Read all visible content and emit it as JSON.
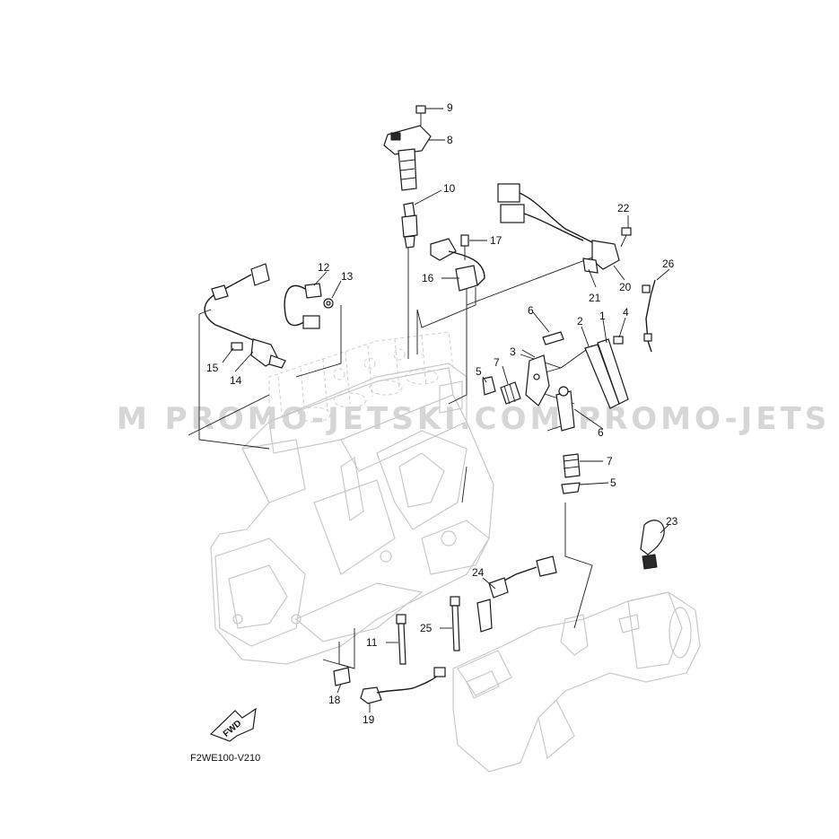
{
  "diagram": {
    "code": "F2WE100-V210",
    "fwd_label": "FWD",
    "watermark": "M PROMO-JETSKI.COM PROMO-JETS"
  },
  "callouts": [
    {
      "num": "1"
    },
    {
      "num": "2"
    },
    {
      "num": "3"
    },
    {
      "num": "4"
    },
    {
      "num": "5"
    },
    {
      "num": "5"
    },
    {
      "num": "6"
    },
    {
      "num": "6"
    },
    {
      "num": "7"
    },
    {
      "num": "7"
    },
    {
      "num": "8"
    },
    {
      "num": "9"
    },
    {
      "num": "10"
    },
    {
      "num": "11"
    },
    {
      "num": "12"
    },
    {
      "num": "13"
    },
    {
      "num": "14"
    },
    {
      "num": "15"
    },
    {
      "num": "16"
    },
    {
      "num": "17"
    },
    {
      "num": "18"
    },
    {
      "num": "19"
    },
    {
      "num": "20"
    },
    {
      "num": "21"
    },
    {
      "num": "22"
    },
    {
      "num": "23"
    },
    {
      "num": "24"
    },
    {
      "num": "25"
    },
    {
      "num": "26"
    }
  ]
}
